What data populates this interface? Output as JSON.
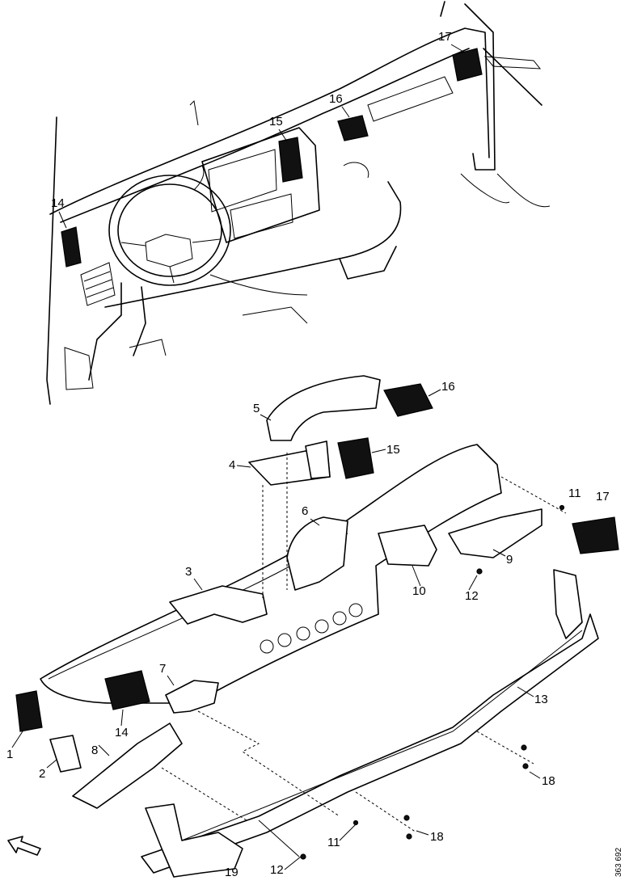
{
  "callouts": {
    "c1": "1",
    "c2": "2",
    "c3": "3",
    "c4": "4",
    "c5": "5",
    "c6": "6",
    "c7": "7",
    "c8": "8",
    "c9": "9",
    "c10": "10",
    "c11a": "11",
    "c11b": "11",
    "c12a": "12",
    "c12b": "12",
    "c13": "13",
    "c14a": "14",
    "c14b": "14",
    "c15a": "15",
    "c15b": "15",
    "c16a": "16",
    "c16b": "16",
    "c17a": "17",
    "c17b": "17",
    "c18a": "18",
    "c18b": "18",
    "c19": "19"
  },
  "document_id": "363 692",
  "icons": {
    "direction": "forward-direction-arrow-icon"
  }
}
